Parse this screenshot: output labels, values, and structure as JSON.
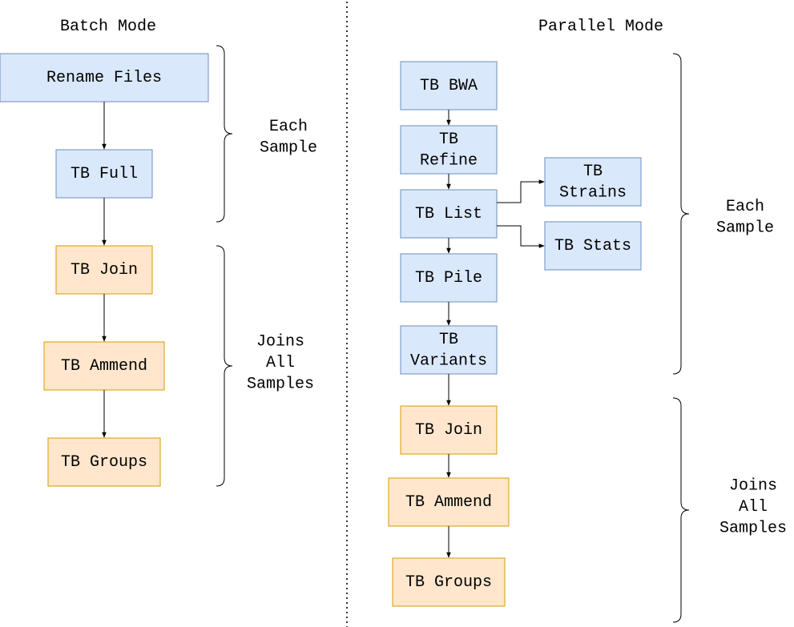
{
  "colors": {
    "step_fill": "#dae8fc",
    "step_stroke": "#6c8ebf",
    "join_fill": "#ffe6cc",
    "join_stroke": "#d79b00",
    "line": "#000000",
    "divider": "#333333"
  },
  "batch": {
    "title": "Batch Mode",
    "nodes": {
      "rename": [
        "Rename Files"
      ],
      "full": [
        "TB Full"
      ],
      "join": [
        "TB Join"
      ],
      "ammend": [
        "TB Ammend"
      ],
      "groups": [
        "TB Groups"
      ]
    },
    "brace_each": [
      "Each",
      "Sample"
    ],
    "brace_joins": [
      "Joins",
      "All",
      "Samples"
    ]
  },
  "parallel": {
    "title": "Parallel Mode",
    "nodes": {
      "bwa": [
        "TB BWA"
      ],
      "refine": [
        "TB",
        "Refine"
      ],
      "list": [
        "TB List"
      ],
      "strains": [
        "TB",
        "Strains"
      ],
      "stats": [
        "TB Stats"
      ],
      "pile": [
        "TB Pile"
      ],
      "variants": [
        "TB",
        "Variants"
      ],
      "join": [
        "TB Join"
      ],
      "ammend": [
        "TB Ammend"
      ],
      "groups": [
        "TB Groups"
      ]
    },
    "brace_each": [
      "Each",
      "Sample"
    ],
    "brace_joins": [
      "Joins",
      "All",
      "Samples"
    ]
  }
}
